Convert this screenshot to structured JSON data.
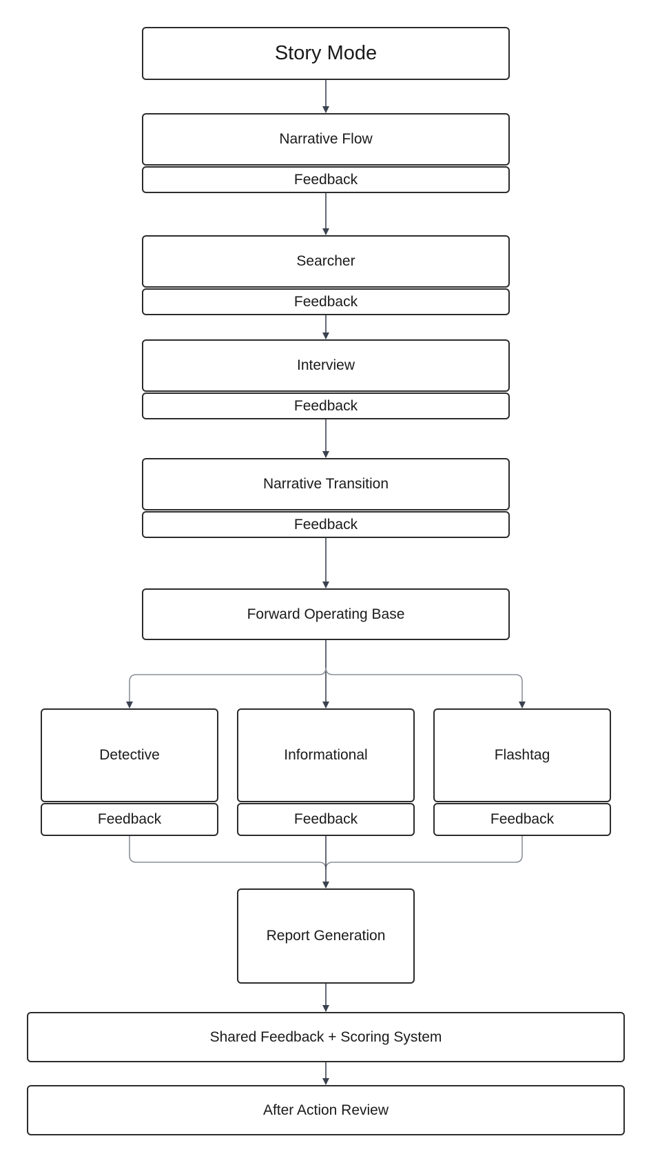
{
  "diagram": {
    "start": {
      "label": "Story Mode"
    },
    "stages": [
      {
        "label": "Narrative Flow",
        "feedback": "Feedback"
      },
      {
        "label": "Searcher",
        "feedback": "Feedback"
      },
      {
        "label": "Interview",
        "feedback": "Feedback"
      },
      {
        "label": "Narrative Transition",
        "feedback": "Feedback"
      }
    ],
    "hub": {
      "label": "Forward Operating Base"
    },
    "branches": [
      {
        "label": "Detective",
        "feedback": "Feedback"
      },
      {
        "label": "Informational",
        "feedback": "Feedback"
      },
      {
        "label": "Flashtag",
        "feedback": "Feedback"
      }
    ],
    "report": {
      "label": "Report Generation"
    },
    "shared": {
      "label": "Shared Feedback + Scoring System"
    },
    "review": {
      "label": "After Action Review"
    }
  },
  "colors": {
    "stroke": "#2b2b2b",
    "arrow": "#3a4250",
    "connector": "#8a8f98"
  }
}
